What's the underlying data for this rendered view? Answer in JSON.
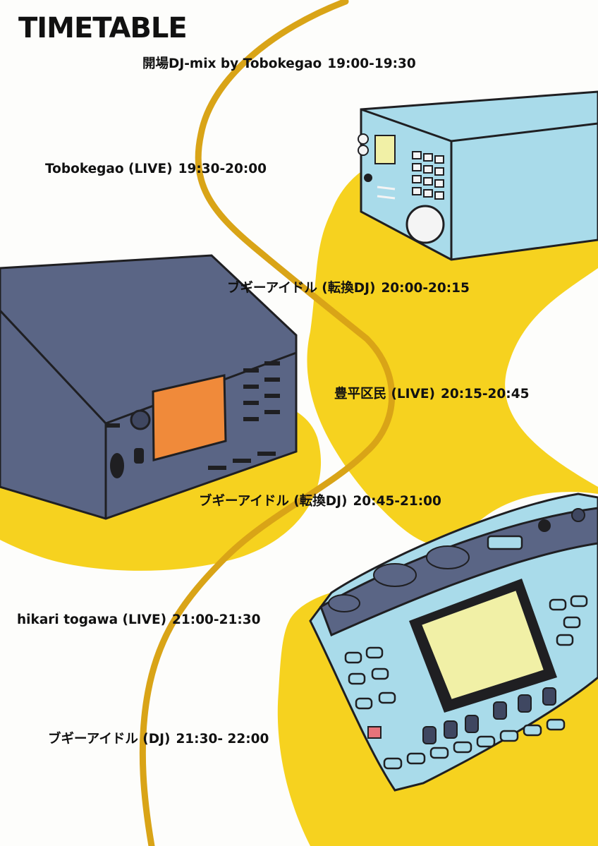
{
  "poster": {
    "title": "TIMETABLE",
    "colors": {
      "background": "#fdfdfb",
      "yellow": "#f6d21f",
      "orange_line": "#d9a417",
      "navy_device": "#5a6585",
      "light_blue_device": "#a9dbea",
      "screen_orange": "#f08a3a",
      "screen_yellow": "#f1f0a6",
      "outline": "#1f1f22"
    },
    "slots": [
      {
        "name": "開場DJ-mix by Tobokegao",
        "time": "19:00-19:30"
      },
      {
        "name": "Tobokegao (LIVE)",
        "time": "19:30-20:00"
      },
      {
        "name": "ブギーアイドル (転換DJ)",
        "time": "20:00-20:15"
      },
      {
        "name": "豊平区民 (LIVE)",
        "time": "20:15-20:45"
      },
      {
        "name": "ブギーアイドル (転換DJ)",
        "time": "20:45-21:00"
      },
      {
        "name": "hikari togawa (LIVE)",
        "time": "21:00-21:30"
      },
      {
        "name": "ブギーアイドル (DJ)",
        "time": "21:30- 22:00"
      }
    ]
  }
}
